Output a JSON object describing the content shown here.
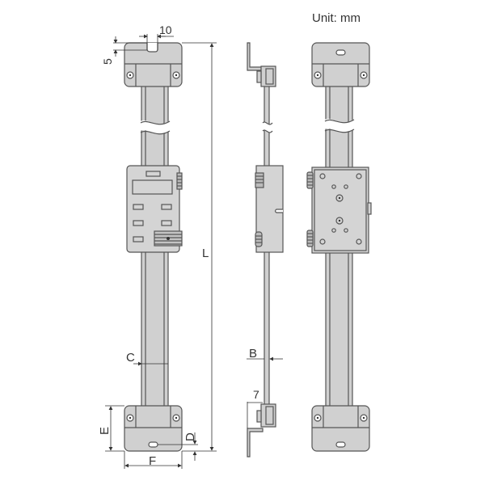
{
  "header": {
    "unit_label": "Unit: mm"
  },
  "views": [
    {
      "name": "front-view",
      "description": "Front view with digital display"
    },
    {
      "name": "side-view",
      "description": "Side view"
    },
    {
      "name": "back-view",
      "description": "Rear view with mounting plate"
    }
  ],
  "dimensions": {
    "top_width": "10",
    "top_offset": "5",
    "length": "L",
    "rail_width": "C",
    "rail_thickness": "B",
    "bracket_offset": "7",
    "bracket_height": "E",
    "slot_offset": "D",
    "bracket_width": "F"
  },
  "colors": {
    "body_fill": "#cfcfcf",
    "outline": "#555555",
    "line": "#333333",
    "background": "#ffffff"
  }
}
